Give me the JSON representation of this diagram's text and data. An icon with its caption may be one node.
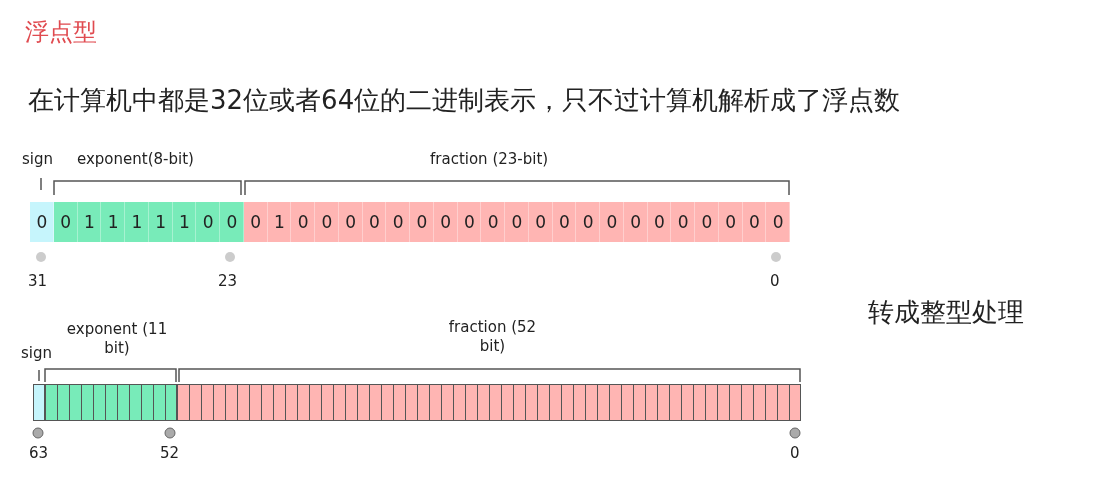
{
  "diagram": {
    "title": "浮点型",
    "nodes": [
      {
        "text": [
          "0"
        ]
      },
      {
        "text": [
          "0",
          "1",
          "1",
          "1",
          "1",
          "1",
          "0",
          "0"
        ]
      },
      {
        "text": [
          "0",
          "1",
          "0",
          "0",
          "0",
          "0",
          "0",
          "0",
          "0",
          "0",
          "0",
          "0",
          "0",
          "0",
          "0",
          "0",
          "0",
          "0",
          "0",
          "0",
          "0",
          "0",
          "0"
        ]
      },
      {
        "text": [],
        "shape": "bar"
      },
      {
        "text": [],
        "shape": "bar"
      },
      {
        "text": [],
        "shape": "bar"
      }
    ],
    "labels": [
      "在计算机中都是32位或者64位的二进制表示，只不过计算机解析成了浮点数",
      "sign",
      "exponent(8-bit)",
      "fraction (23-bit)",
      "31",
      "23",
      "0",
      "转成整型处理",
      "exponent (11 bit)",
      "fraction (52 bit)",
      "sign",
      "63",
      "52",
      "0"
    ]
  }
}
